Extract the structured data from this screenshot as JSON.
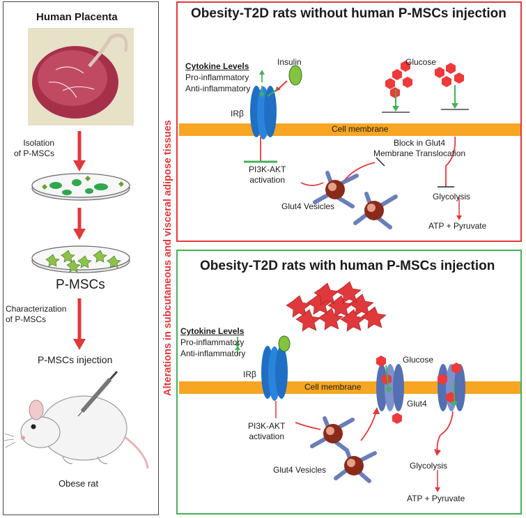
{
  "left": {
    "title": "Human Placenta",
    "step1": [
      "Isolation",
      "of P-MSCs"
    ],
    "pmscs": "P-MSCs",
    "step2": [
      "Characterization",
      "of P-MSCs"
    ],
    "injection": "P-MSCs injection",
    "rat": "Obese rat"
  },
  "vertical_label": "Alterations in subcutaneous and visceral adipose tissues",
  "top": {
    "title": "Obesity-T2D rats without human P-MSCs injection",
    "cytokine_title": "Cytokine Levels",
    "pro": "Pro-inflammatory",
    "anti": "Anti-inflammatory",
    "insulin": "Insulin",
    "glucose": "Glucose",
    "receptor": "IRβ",
    "membrane": "Cell membrane",
    "block": [
      "Block in Glut4",
      "Membrane Translocation"
    ],
    "pi3k": [
      "PI3K-AKT",
      "activation"
    ],
    "vesicles": "Glut4 Vesicles",
    "glycolysis": "Glycolysis",
    "atp": "ATP + Pyruvate"
  },
  "bottom": {
    "title": "Obesity-T2D rats with human P-MSCs injection",
    "cytokine_title": "Cytokine Levels",
    "pro": "Pro-inflammatory",
    "anti": "Anti-inflammatory",
    "glucose": "Glucose",
    "receptor": "IRβ",
    "membrane": "Cell membrane",
    "glut4": "Glut4",
    "pi3k": [
      "PI3K-AKT",
      "activation"
    ],
    "vesicles": "Glut4 Vesicles",
    "glycolysis": "Glycolysis",
    "atp": "ATP + Pyruvate"
  },
  "colors": {
    "red": "#e0393b",
    "green": "#45b05a",
    "membrane": "#f6a623",
    "receptor": "#1f6fc4",
    "glucose": "#ee3a3a"
  }
}
